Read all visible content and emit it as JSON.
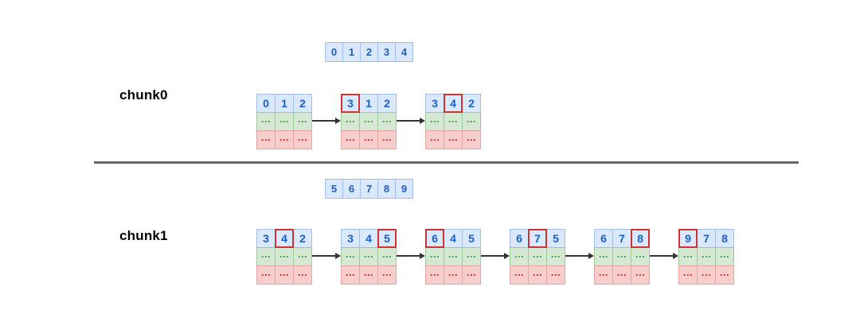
{
  "colors": {
    "canvas_bg": "#ffffff",
    "blue_fill": "#dae8fc",
    "blue_border": "#a3bde3",
    "green_fill": "#d5e8d4",
    "green_border": "#9dc897",
    "red_fill": "#f8cecc",
    "red_border": "#e6a4a0",
    "highlight_border": "#cc3333",
    "number_text": "#1a5fc8",
    "green_dots": "#3ba32a",
    "red_dots": "#d62728",
    "label_text": "#000000",
    "divider": "#666666",
    "arrow": "#333333"
  },
  "dots": "...",
  "sections": [
    {
      "label": "chunk0",
      "array": [
        "0",
        "1",
        "2",
        "3",
        "4"
      ],
      "tables": [
        {
          "top": [
            "0",
            "1",
            "2"
          ],
          "highlight": -1
        },
        {
          "top": [
            "3",
            "1",
            "2"
          ],
          "highlight": 0
        },
        {
          "top": [
            "3",
            "4",
            "2"
          ],
          "highlight": 1
        }
      ]
    },
    {
      "label": "chunk1",
      "array": [
        "5",
        "6",
        "7",
        "8",
        "9"
      ],
      "tables": [
        {
          "top": [
            "3",
            "4",
            "2"
          ],
          "highlight": 1
        },
        {
          "top": [
            "3",
            "4",
            "5"
          ],
          "highlight": 2
        },
        {
          "top": [
            "6",
            "4",
            "5"
          ],
          "highlight": 0
        },
        {
          "top": [
            "6",
            "7",
            "5"
          ],
          "highlight": 1
        },
        {
          "top": [
            "6",
            "7",
            "8"
          ],
          "highlight": 2
        },
        {
          "top": [
            "9",
            "7",
            "8"
          ],
          "highlight": 0
        }
      ]
    }
  ]
}
